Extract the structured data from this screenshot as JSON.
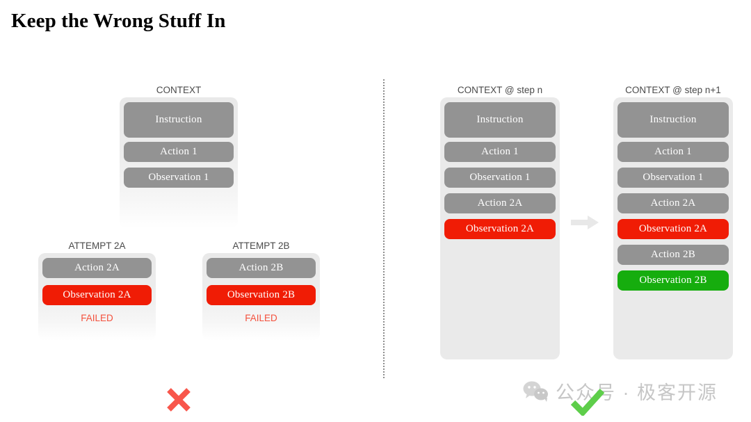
{
  "title": "Keep the Wrong Stuff In",
  "left_side": {
    "context": {
      "caption": "CONTEXT",
      "blocks": [
        {
          "label": "Instruction",
          "color": "gray"
        },
        {
          "label": "Action 1",
          "color": "gray"
        },
        {
          "label": "Observation 1",
          "color": "gray"
        }
      ]
    },
    "attempts": [
      {
        "caption": "ATTEMPT 2A",
        "blocks": [
          {
            "label": "Action 2A",
            "color": "gray"
          },
          {
            "label": "Observation 2A",
            "color": "red"
          }
        ],
        "status": "FAILED"
      },
      {
        "caption": "ATTEMPT 2B",
        "blocks": [
          {
            "label": "Action 2B",
            "color": "gray"
          },
          {
            "label": "Observation 2B",
            "color": "red"
          }
        ],
        "status": "FAILED"
      }
    ],
    "verdict": "cross-mark"
  },
  "right_side": {
    "panels": [
      {
        "caption": "CONTEXT @ step n",
        "blocks": [
          {
            "label": "Instruction",
            "color": "gray"
          },
          {
            "label": "Action 1",
            "color": "gray"
          },
          {
            "label": "Observation 1",
            "color": "gray"
          },
          {
            "label": "Action 2A",
            "color": "gray"
          },
          {
            "label": "Observation 2A",
            "color": "red"
          }
        ]
      },
      {
        "caption": "CONTEXT @ step n+1",
        "blocks": [
          {
            "label": "Instruction",
            "color": "gray"
          },
          {
            "label": "Action 1",
            "color": "gray"
          },
          {
            "label": "Observation 1",
            "color": "gray"
          },
          {
            "label": "Action 2A",
            "color": "gray"
          },
          {
            "label": "Observation 2A",
            "color": "red"
          },
          {
            "label": "Action 2B",
            "color": "gray"
          },
          {
            "label": "Observation 2B",
            "color": "green"
          }
        ]
      }
    ],
    "arrow": "right-arrow",
    "verdict": "check-mark"
  },
  "watermark": {
    "icon": "wechat-icon",
    "text": "公众号 · 极客开源"
  },
  "colors": {
    "gray_block": "#939393",
    "red_block": "#f01c05",
    "green_block": "#16ad0e",
    "panel_bg": "#eaeaea",
    "failed_text": "#f4503c",
    "cross_mark": "#f8564b",
    "check_mark": "#5ece4a",
    "watermark": "#c6c6c6"
  }
}
